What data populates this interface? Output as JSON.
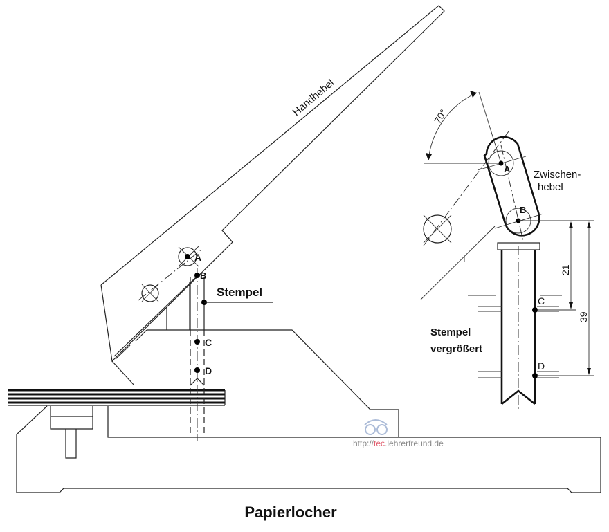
{
  "title": "Papierlocher",
  "labels": {
    "hand_lever": "Handhebel",
    "punch": "Stempel",
    "punch_enlarged_line1": "Stempel",
    "punch_enlarged_line2": "vergrößert",
    "intermediate_lever_line1": "Zwischen-",
    "intermediate_lever_line2": "hebel",
    "angle": "70°"
  },
  "points": {
    "a": "A",
    "b": "B",
    "c": "C",
    "d": "D"
  },
  "dimensions": {
    "b_to_c": "21",
    "b_to_d": "39"
  },
  "watermark": {
    "prefix": "http://",
    "highlight": "tec",
    "suffix": ".lehrerfreund.de"
  }
}
